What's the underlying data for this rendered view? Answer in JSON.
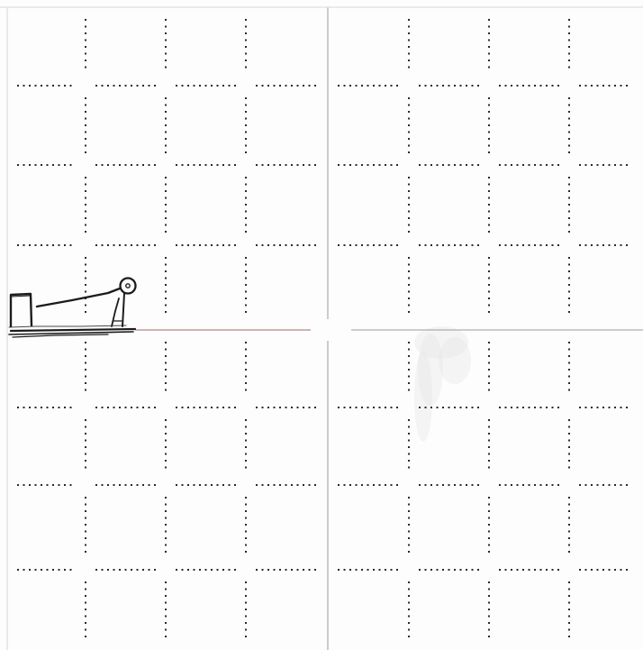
{
  "sheet": {
    "type": "dotted-grid-paper",
    "grid": {
      "columns": 8,
      "rows": 8
    },
    "colors": {
      "paper": "#fdfdfd",
      "dot": "#2a2a2a",
      "axis_line": "#9a9a9a",
      "axis_tint": "#b08a80",
      "sketch": "#1c1c1c",
      "smudge": "#e2e2e2"
    }
  },
  "sketch": {
    "subject": "lever-and-pulley",
    "parts": [
      "ground-line",
      "box",
      "lever-rod",
      "pulley-wheel",
      "support-post"
    ]
  }
}
